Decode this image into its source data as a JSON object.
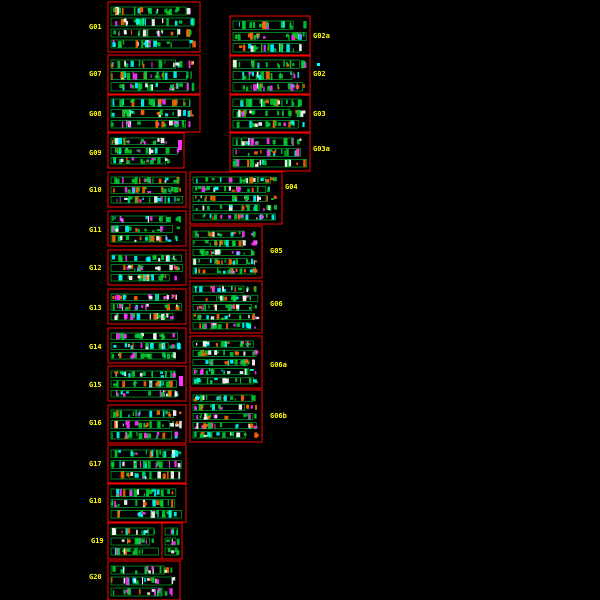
{
  "colors": {
    "background": "#000000",
    "frame": "#ff0000",
    "label": "#ffff00",
    "drawing_green": "#00cc33",
    "drawing_magenta": "#ff33ff",
    "drawing_white": "#ffffff",
    "drawing_cyan": "#00ffff",
    "drawing_orange": "#ff6600"
  },
  "sheets": {
    "s01": "G01",
    "s07": "G07",
    "s08": "G08",
    "s09": "G09",
    "s10": "G10",
    "s11": "G11",
    "s12": "G12",
    "s13": "G13",
    "s14": "G14",
    "s15": "G15",
    "s16": "G16",
    "s17": "G17",
    "s18": "G18",
    "s19": "G19",
    "s20": "G20",
    "s02a": "G02a",
    "s02": "G02",
    "s03": "G03",
    "s03a": "G03a",
    "s04": "G04",
    "s05": "G05",
    "s06": "G06",
    "s06a": "G06a",
    "s06b": "G06b"
  }
}
